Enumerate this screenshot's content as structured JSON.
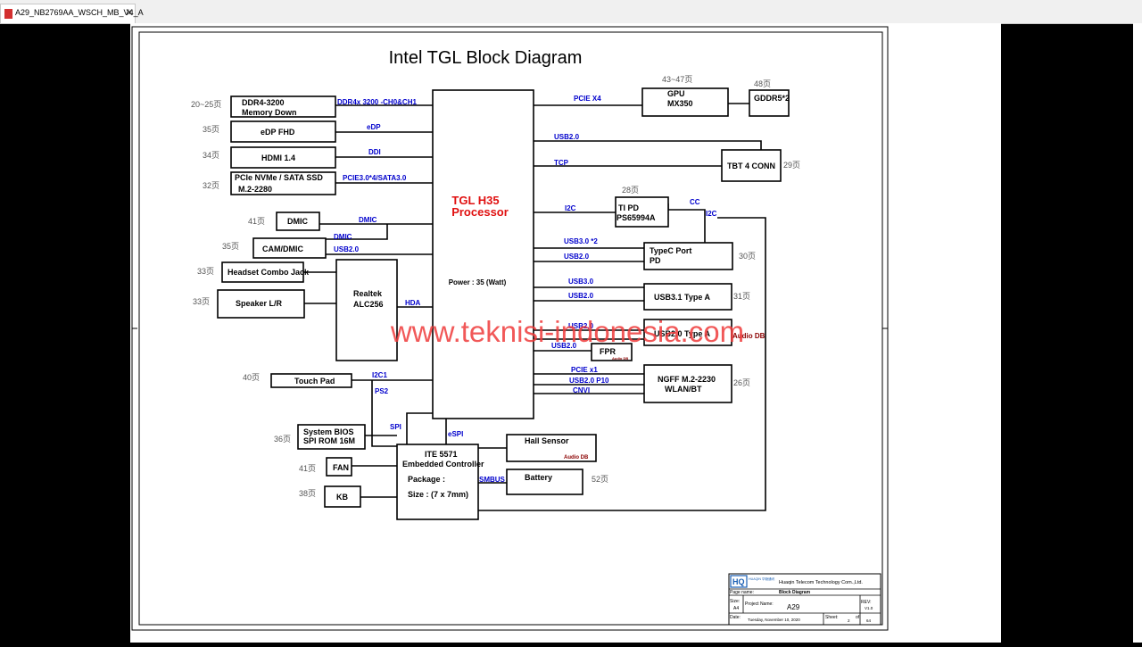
{
  "tab": {
    "title": "A29_NB2769AA_WSCH_MB_V4_A",
    "close": "✕"
  },
  "diagram": {
    "title": "Intel TGL Block Diagram",
    "cpu": {
      "name1": "TGL H35",
      "name2": "Processor",
      "power": "Power : 35 (Watt)"
    },
    "watermark": "www.teknisi-indonesia.com",
    "blocks": {
      "ddr": [
        "DDR4-3200",
        "Memory Down"
      ],
      "edp": "eDP FHD",
      "hdmi": "HDMI 1.4",
      "ssd": [
        "PCIe NVMe / SATA SSD",
        "M.2-2280"
      ],
      "dmic": "DMIC",
      "cam": "CAM/DMIC",
      "headset": "Headset Combo Jack",
      "speaker": "Speaker L/R",
      "realtek": [
        "Realtek",
        "ALC256"
      ],
      "touchpad": "Touch Pad",
      "bios": [
        "System BIOS",
        "SPI ROM 16M"
      ],
      "fan": "FAN",
      "kb": "KB",
      "ec": [
        "ITE 5571",
        "Embedded Controller",
        "Package :",
        "Size :  (7 x 7mm)"
      ],
      "hall": "Hall Sensor",
      "battery": "Battery",
      "gpu": [
        "GPU",
        "MX350"
      ],
      "gddr": "GDDR5*2",
      "tbt": "TBT 4 CONN",
      "tipd": [
        "TI  PD",
        "PS65994A"
      ],
      "typec": [
        "TypeC Port",
        "PD"
      ],
      "usb31": "USB3.1  Type A",
      "usb20": "USB2.0  Type A",
      "fpr": "FPR",
      "ngff": [
        "NGFF M.2-2230",
        "WLAN/BT"
      ]
    },
    "small_labels": {
      "audio_db1": "Audio DB",
      "audio_db2": "Audio DB",
      "audio_db3": "Audio DB"
    },
    "signals": {
      "ddr": "DDR4x 3200 -CH0&CH1",
      "edp": "eDP",
      "ddi": "DDI",
      "pcie_sata": "PCIE3.0*4/SATA3.0",
      "dmic": "DMIC",
      "dmic2": "DMIC",
      "usb20_cam": "USB2.0",
      "hda": "HDA",
      "i2c1": "I2C1",
      "ps2": "PS2",
      "spi": "SPI",
      "espi": "eSPI",
      "smbus": "SMBUS",
      "pcie_x4": "PCIE X4",
      "usb20_tbt": "USB2.0",
      "tcp": "TCP",
      "i2c": "I2C",
      "cc": "CC",
      "i2c_pd": "I2C",
      "usb30x2": "USB3.0 *2",
      "usb20_typec": "USB2.0",
      "usb30": "USB3.0",
      "usb20_a31": "USB2.0",
      "usb20_a20": "USB2.0",
      "usb20_fpr": "USB2.0",
      "pcie_x1": "PCIE x1",
      "usb20_p10": "USB2.0  P10",
      "cnvi": "CNVI"
    },
    "pages": {
      "ddr": "20~25页",
      "edp": "35页",
      "hdmi": "34页",
      "ssd": "32页",
      "dmic": "41页",
      "cam": "35页",
      "headset": "33页",
      "speaker": "33页",
      "touchpad": "40页",
      "bios": "36页",
      "fan": "41页",
      "kb": "38页",
      "battery": "52页",
      "gpu": "43~47页",
      "gddr": "48页",
      "tbt": "29页",
      "tipd": "28页",
      "typec": "30页",
      "usb31": "31页",
      "ngff": "26页"
    },
    "title_block": {
      "company": "Huaqin Telecom Technology Com.,Ltd.",
      "logo_text": "HUAQIN 华勤通讯",
      "page_name_label": "Page name:",
      "page_name": "Block Diagram",
      "size_label": "Size:",
      "size": "A4",
      "project_label": "Project Name:",
      "project": "A29",
      "rev_label": "REV:",
      "rev": "V1.0",
      "date_label": "Date:",
      "date": "Tuesday, November 10, 2020",
      "sheet_label": "Sheet:",
      "sheet": "2",
      "of": "of",
      "total": "64"
    }
  }
}
